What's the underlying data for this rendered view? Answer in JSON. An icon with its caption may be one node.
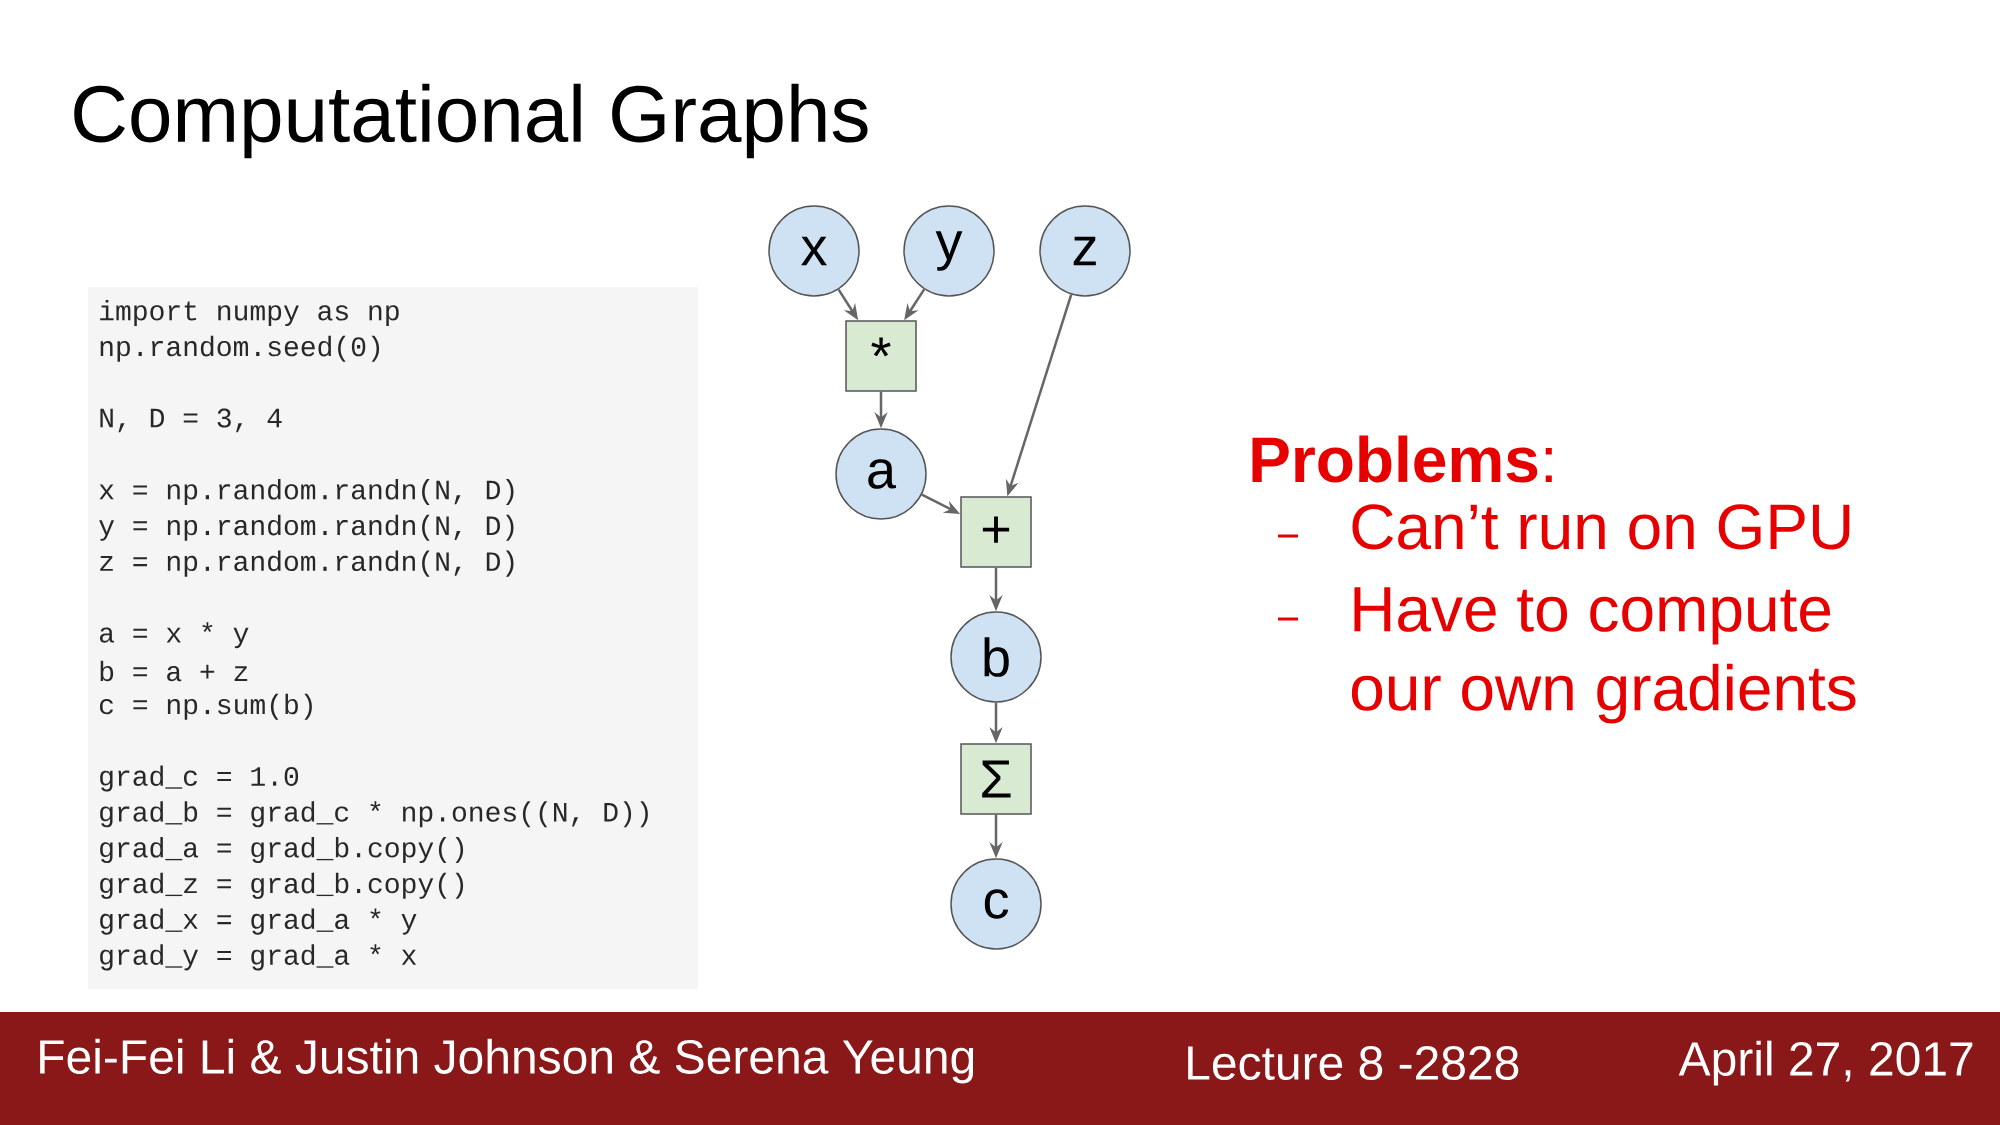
{
  "diagram": {
    "title": "Computational Graphs",
    "nodes": [
      {
        "text": [
          "x"
        ]
      },
      {
        "text": [
          "y"
        ]
      },
      {
        "text": [
          "z"
        ]
      },
      {
        "text": [
          "*"
        ]
      },
      {
        "text": [
          "a"
        ]
      },
      {
        "text": [
          "+"
        ]
      },
      {
        "text": [
          "b"
        ]
      },
      {
        "text": [
          "Σ"
        ]
      },
      {
        "text": [
          "c"
        ]
      }
    ],
    "edges": [
      {
        "from": 0,
        "to": 3,
        "arrow": "to"
      },
      {
        "from": 1,
        "to": 3,
        "arrow": "to"
      },
      {
        "from": 3,
        "to": 4,
        "arrow": "to"
      },
      {
        "from": 2,
        "to": 5,
        "arrow": "to"
      },
      {
        "from": 4,
        "to": 5,
        "arrow": "to"
      },
      {
        "from": 5,
        "to": 6,
        "arrow": "to"
      },
      {
        "from": 6,
        "to": 7,
        "arrow": "to"
      },
      {
        "from": 7,
        "to": 8,
        "arrow": "to"
      }
    ],
    "labels": [
      "import numpy as np",
      "np.random.seed(0)",
      "N, D = 3, 4",
      "x = np.random.randn(N, D)",
      "y = np.random.randn(N, D)",
      "z = np.random.randn(N, D)",
      "a = x * y",
      "b = a + z",
      "c = np.sum(b)",
      "grad_c = 1.0",
      "grad_b = grad_c * np.ones((N, D))",
      "grad_a = grad_b.copy()",
      "grad_z = grad_b.copy()",
      "grad_x = grad_a * y",
      "grad_y = grad_a * x",
      "**Problems**:",
      "Can’t run on GPU",
      "Have to compute our own gradients",
      "Fei-Fei Li & Justin Johnson & Serena Yeung",
      "Lecture 8 -2828",
      "April 27, 2017"
    ]
  }
}
